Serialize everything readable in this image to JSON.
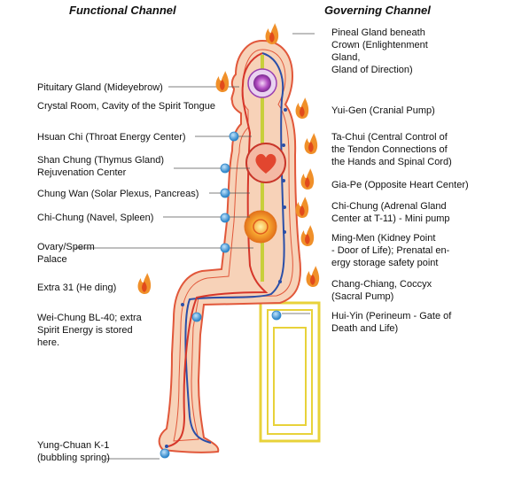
{
  "headers": {
    "functional": "Functional Channel",
    "governing": "Governing Channel"
  },
  "labels": {
    "pituitary": "Pituitary Gland (Mideyebrow)",
    "crystal_room": "Crystal Room, Cavity of the Spirit Tongue",
    "hsuan_chi": "Hsuan Chi (Throat Energy Center)",
    "shan_chung": "Shan Chung (Thymus Gland)\nRejuvenation Center",
    "chung_wan": "Chung Wan (Solar Plexus, Pancreas)",
    "chi_chung_navel": "Chi-Chung (Navel, Spleen)",
    "ovary_sperm": "Ovary/Sperm\nPalace",
    "extra_31": "Extra 31 (He ding)",
    "wei_chung": "Wei-Chung BL-40; extra\nSpirit Energy is stored\nhere.",
    "yung_chuan": "Yung-Chuan K-1\n(bubbling spring)",
    "pineal": "Pineal Gland beneath\nCrown (Enlightenment\nGland,\nGland of Direction)",
    "yui_gen": "Yui-Gen (Cranial Pump)",
    "ta_chui": "Ta-Chui (Central Control of\nthe Tendon Connections of\nthe Hands and Spinal Cord)",
    "gia_pe": "Gia-Pe (Opposite Heart Center)",
    "chi_chung_adrenal": "Chi-Chung (Adrenal Gland\nCenter at T-11) - Mini pump",
    "ming_men": "Ming-Men (Kidney Point\n- Door of Life); Prenatal en-\nergy storage safety point",
    "chang_chiang": "Chang-Chiang, Coccyx\n(Sacral Pump)",
    "hui_yin": "Hui-Yin (Perineum - Gate of\nDeath and Life)"
  },
  "colors": {
    "body_fill": "#f7d2b8",
    "body_outline": "#e1573a",
    "functional_line": "#d6362a",
    "governing_line": "#2a4fa8",
    "center_line": "#c8cf3a",
    "flame": "#f0902a",
    "flame_inner": "#e14a1c",
    "water_dot": "#4a9bd6",
    "stool": "#e8d23a"
  }
}
